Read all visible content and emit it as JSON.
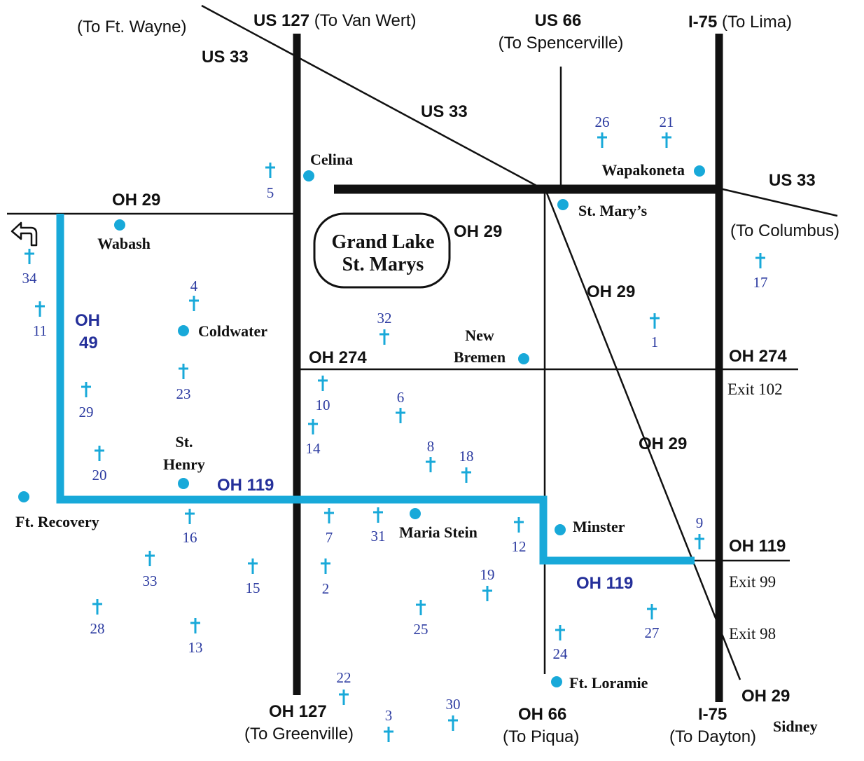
{
  "colors": {
    "route": "#18a9d9",
    "church": "#18a9d9",
    "number": "#2b3aa0",
    "road": "#111111"
  },
  "roads": {
    "to_ft_wayne": "(To Ft. Wayne)",
    "us33_a": "US 33",
    "us33_b": "US 33",
    "us33_c": "US 33",
    "to_columbus": "(To Columbus)",
    "us127": "US 127",
    "to_van_wert": " (To Van Wert)",
    "us66": "US 66",
    "to_spencerville": "(To Spencerville)",
    "i75_top": "I-75",
    "to_lima": " (To Lima)",
    "oh29_a": "OH 29",
    "oh29_b": "OH 29",
    "oh29_c": "OH 29",
    "oh29_d": "OH 29",
    "oh29_e": "OH 29",
    "oh274_a": "OH 274",
    "oh274_b": "OH 274",
    "exit102": "Exit 102",
    "oh49_line1": "OH",
    "oh49_line2": "49",
    "oh119_a": "OH 119",
    "oh119_b": "OH 119",
    "oh119_c": "OH 119",
    "exit99": "Exit 99",
    "exit98": "Exit 98",
    "oh127": "OH 127",
    "to_greenville": "(To Greenville)",
    "oh66": "OH 66",
    "to_piqua": "(To Piqua)",
    "i75_bottom": "I-75",
    "to_dayton": "(To Dayton)"
  },
  "lake": {
    "line1": "Grand Lake",
    "line2": "St. Marys"
  },
  "towns": {
    "celina": "Celina",
    "wapakoneta": "Wapakoneta",
    "st_marys": "St. Mary’s",
    "wabash": "Wabash",
    "coldwater": "Coldwater",
    "new_bremen_1": "New",
    "new_bremen_2": "Bremen",
    "st_henry_1": "St.",
    "st_henry_2": "Henry",
    "ft_recovery": "Ft. Recovery",
    "maria_stein": "Maria Stein",
    "minster": "Minster",
    "ft_loramie": "Ft. Loramie",
    "sidney": "Sidney"
  },
  "churches": [
    "1",
    "2",
    "3",
    "4",
    "5",
    "6",
    "7",
    "8",
    "9",
    "10",
    "11",
    "12",
    "13",
    "14",
    "15",
    "16",
    "17",
    "18",
    "19",
    "20",
    "21",
    "22",
    "23",
    "24",
    "25",
    "26",
    "27",
    "28",
    "29",
    "30",
    "31",
    "32",
    "33",
    "34"
  ]
}
